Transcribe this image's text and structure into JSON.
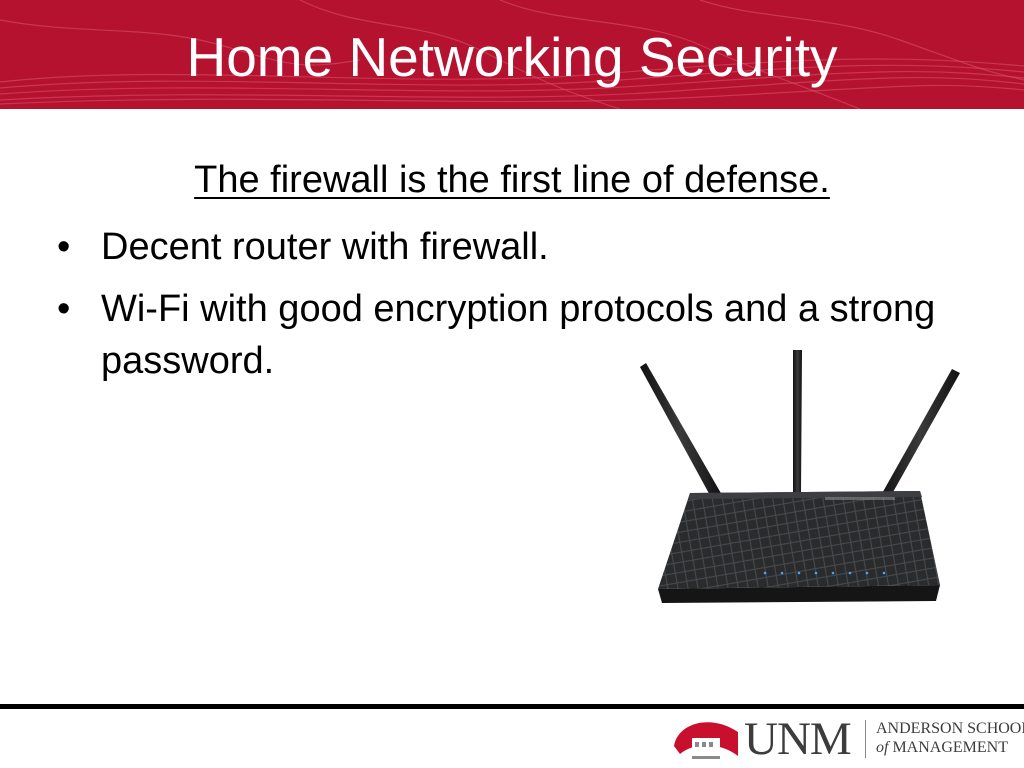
{
  "slide": {
    "title": "Home Networking Security",
    "subtitle": "The firewall is the first line of defense.",
    "bullets": [
      {
        "marker": "•",
        "text": "Decent router with firewall."
      },
      {
        "marker": "•",
        "text": "Wi-Fi with good encryption protocols and a strong password."
      }
    ]
  },
  "logo": {
    "name": "UNM",
    "school_line1": "ANDERSON SCHOOL",
    "school_line2_of": "of",
    "school_line2_rest": " MANAGEMENT"
  },
  "colors": {
    "header_band": "#b5122f",
    "title_text": "#ffffff",
    "body_text": "#000000",
    "logo_red": "#c8102e",
    "logo_gray": "#3c3c3c"
  },
  "icons": {
    "router_image": "wireless-router-with-three-antennas",
    "logo_mark": "unm-arch-icon"
  }
}
